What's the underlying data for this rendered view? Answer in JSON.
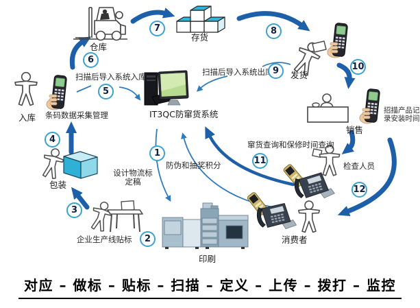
{
  "diagram": {
    "labels": {
      "in_store": "入库",
      "barcode_mgmt": "条码数据采集管理",
      "warehouse": "仓库",
      "inventory": "存货",
      "system": "IT3QC防窜货系统",
      "scan_in": "扫描后导入系统入库",
      "scan_out": "扫描后导入系统出库",
      "ship": "发货",
      "sales": "销售",
      "scan_record_1": "招描产品记",
      "scan_record_2": "录安装时间",
      "query": "窜货查询和保修时间查询",
      "inspector": "检查人员",
      "antifake": "防伪和抽奖积分",
      "design_1": "设计物流标",
      "design_2": "定稿",
      "production_label": "企业生产线贴标",
      "packaging": "包装",
      "consumer": "消费者",
      "printing": "印刷"
    },
    "step_numbers": [
      "1",
      "2",
      "3",
      "4",
      "5",
      "6",
      "7",
      "8",
      "9",
      "10",
      "11",
      "12"
    ],
    "banner": "对应 – 做标 – 贴标 – 扫描 – 定义 – 上传 – 拨打 – 监控",
    "colors": {
      "thick_arrow": "#1d5fa8",
      "thin_arrow": "#2e7bbf",
      "circle_border": "#3ba2cd",
      "box_cyan": "#2fb0d6",
      "cube_top_cyan": "#31b6d9",
      "banner_text": "#000000"
    }
  }
}
